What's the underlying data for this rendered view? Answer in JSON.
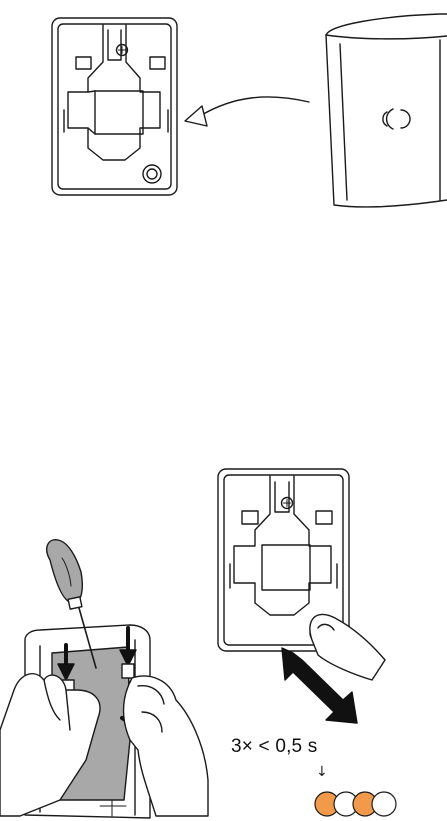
{
  "step_3": {
    "press_instruction": "3× < 0,5 s",
    "down_arrow_glyph": "↓",
    "led_pattern": [
      "orange",
      "white",
      "orange",
      "white"
    ]
  },
  "colors": {
    "line": "#1a1a1a",
    "accent_orange": "#f39a4a",
    "gray_fill": "#a8a8a8"
  }
}
